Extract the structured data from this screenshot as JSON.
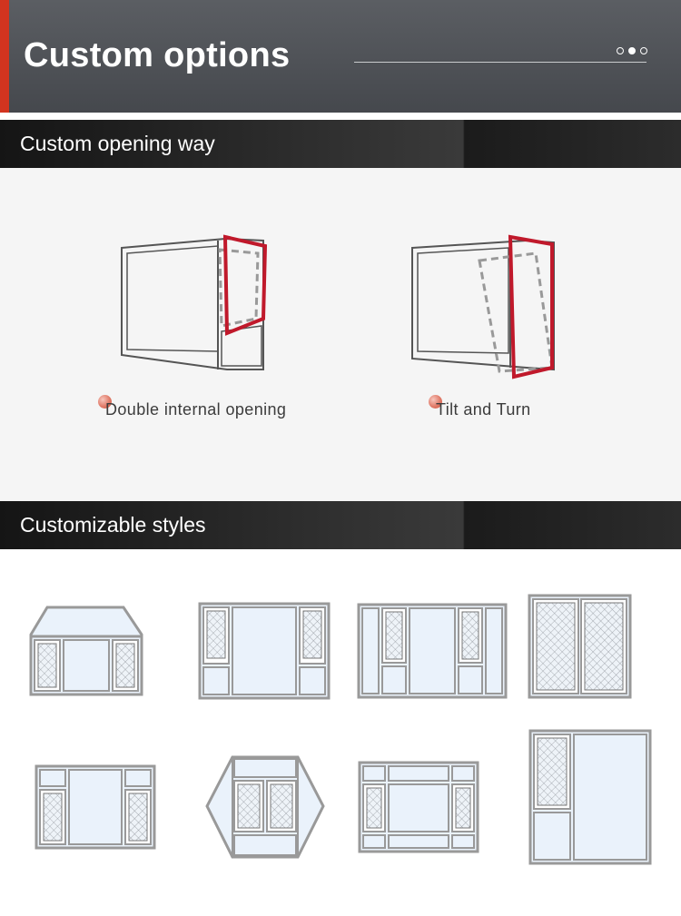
{
  "banner": {
    "title": "Custom options"
  },
  "opening_section": {
    "title": "Custom opening way",
    "options": [
      {
        "label": "Double internal opening",
        "icon": "double-internal-opening-icon"
      },
      {
        "label": "Tilt and Turn",
        "icon": "tilt-and-turn-icon"
      }
    ]
  },
  "styles_section": {
    "title": "Customizable styles"
  },
  "colors": {
    "accent": "#d2341f",
    "sash_red": "#c0192b",
    "frame_grey": "#555555"
  }
}
